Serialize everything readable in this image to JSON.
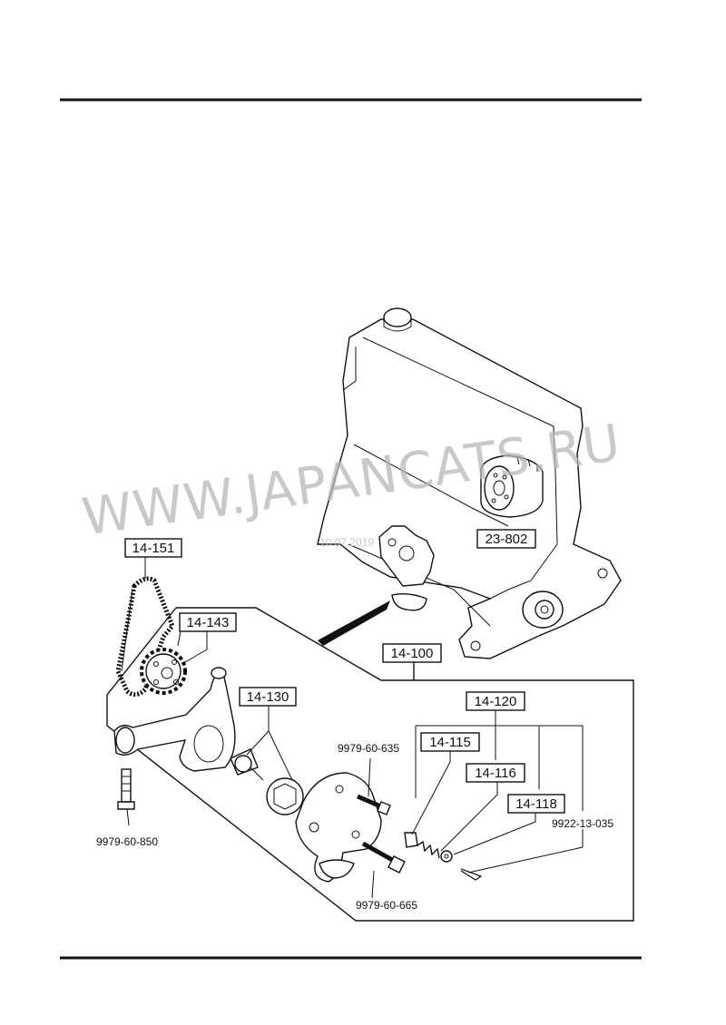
{
  "diagram": {
    "watermark": "WWW.JAPANCATS.RU",
    "date_stamp": "10.07.2019",
    "parts": {
      "timing_chain": "14-151",
      "sprocket": "14-143",
      "oil_pump_assembly": "14-100",
      "rotor_set": "14-130",
      "relief_valve_set": "14-120",
      "plunger": "14-115",
      "spring": "14-116",
      "cap": "14-118",
      "oil_filter": "23-802",
      "bolt_oil_pump": "9979-60-850",
      "bolt_cover_upper": "9979-60-635",
      "bolt_cover_lower": "9979-60-665",
      "split_pin": "9922-13-035"
    }
  }
}
